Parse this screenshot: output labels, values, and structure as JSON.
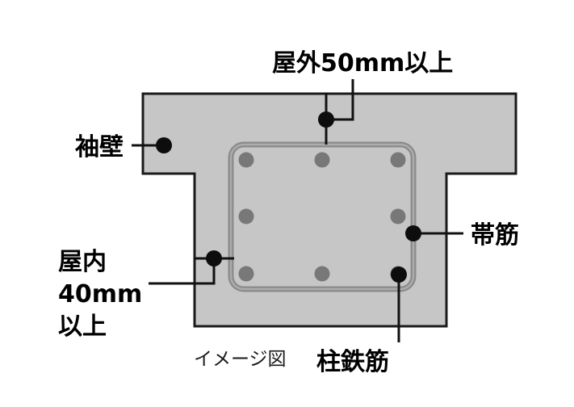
{
  "diagram": {
    "caption": "イメージ図",
    "colors": {
      "concrete_fill": "#c6c6c6",
      "concrete_outline": "#1a1a1a",
      "stirrup": "#8c8c8c",
      "rebar": "#787878",
      "leader": "#111111",
      "marker": "#0d0d0d",
      "background": "#ffffff"
    },
    "labels": {
      "outdoor_cover": "屋外50mm以上",
      "wing_wall": "袖壁",
      "indoor_cover_line1": "屋内",
      "indoor_cover_line2": "40mm",
      "indoor_cover_line3": "以上",
      "hoop": "帯筋",
      "column_rebar": "柱鉄筋"
    }
  }
}
